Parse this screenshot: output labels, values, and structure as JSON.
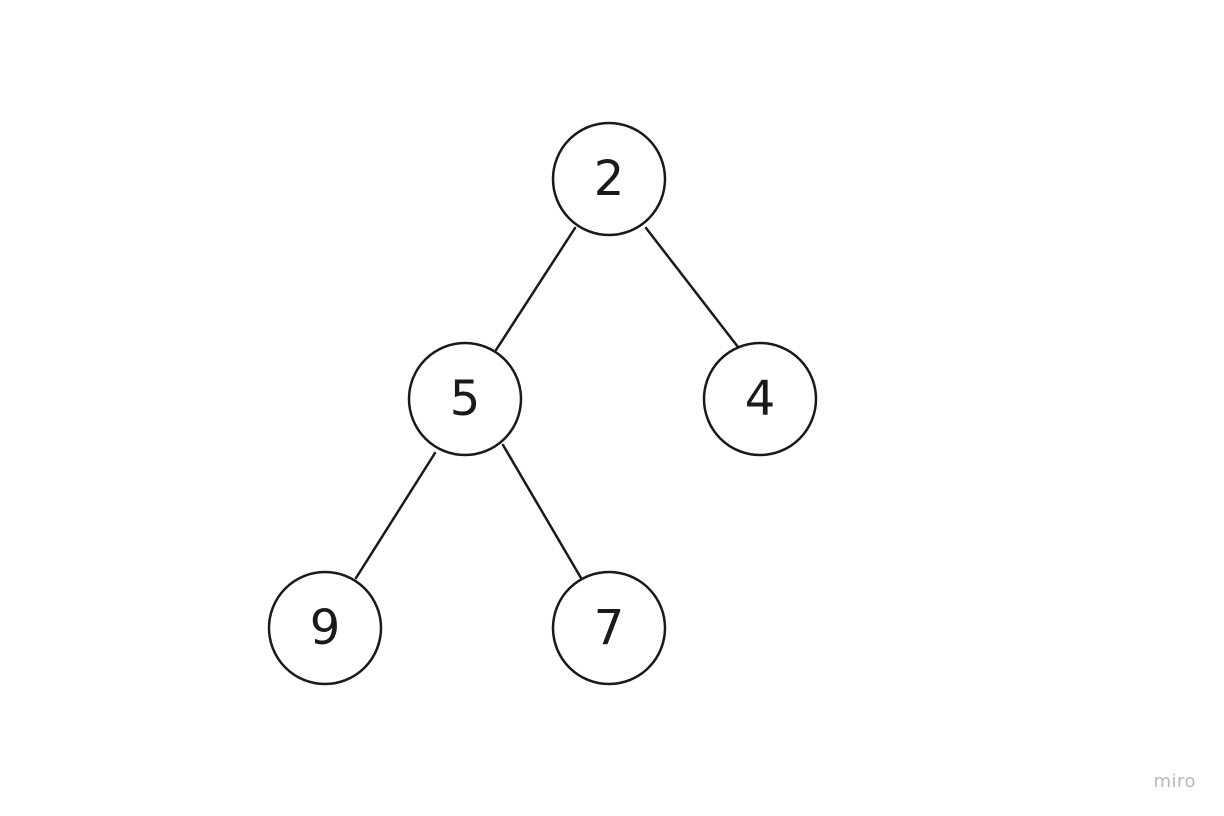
{
  "diagram": {
    "type": "binary-tree",
    "nodes": [
      {
        "id": "n2",
        "label": "2"
      },
      {
        "id": "n5",
        "label": "5"
      },
      {
        "id": "n4",
        "label": "4"
      },
      {
        "id": "n9",
        "label": "9"
      },
      {
        "id": "n7",
        "label": "7"
      }
    ],
    "edges": [
      {
        "from": "n2",
        "to": "n5"
      },
      {
        "from": "n2",
        "to": "n4"
      },
      {
        "from": "n5",
        "to": "n9"
      },
      {
        "from": "n5",
        "to": "n7"
      }
    ]
  },
  "watermark": "miro",
  "colors": {
    "stroke": "#1a1a1a",
    "background": "#ffffff",
    "watermark": "#b8b8b8"
  }
}
